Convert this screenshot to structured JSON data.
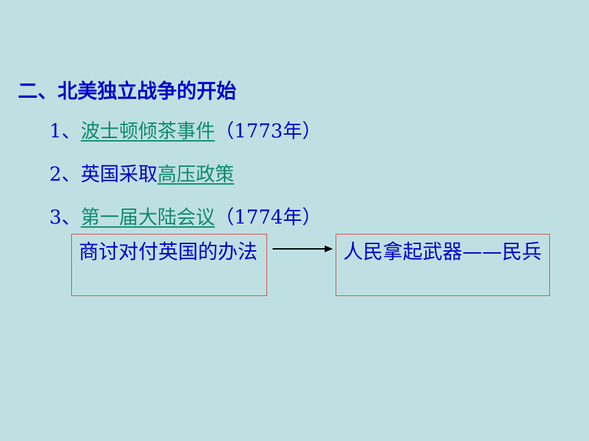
{
  "heading": "二、北美独立战争的开始",
  "items": [
    {
      "prefix": "1、",
      "link": "波士顿倾茶事件",
      "suffix": "（1773年）"
    },
    {
      "prefix": "2、英国采取",
      "link": "高压政策",
      "suffix": ""
    },
    {
      "prefix": "3、",
      "link": "第一届大陆会议",
      "suffix": "（1774年）"
    }
  ],
  "flow": {
    "left_box": "商讨对付英国的办法",
    "right_box": "人民拿起武器——民兵"
  },
  "colors": {
    "background": "#bfe0e2",
    "text": "#0000cc",
    "link": "#0f8a70",
    "box_border": "#d0504a"
  }
}
